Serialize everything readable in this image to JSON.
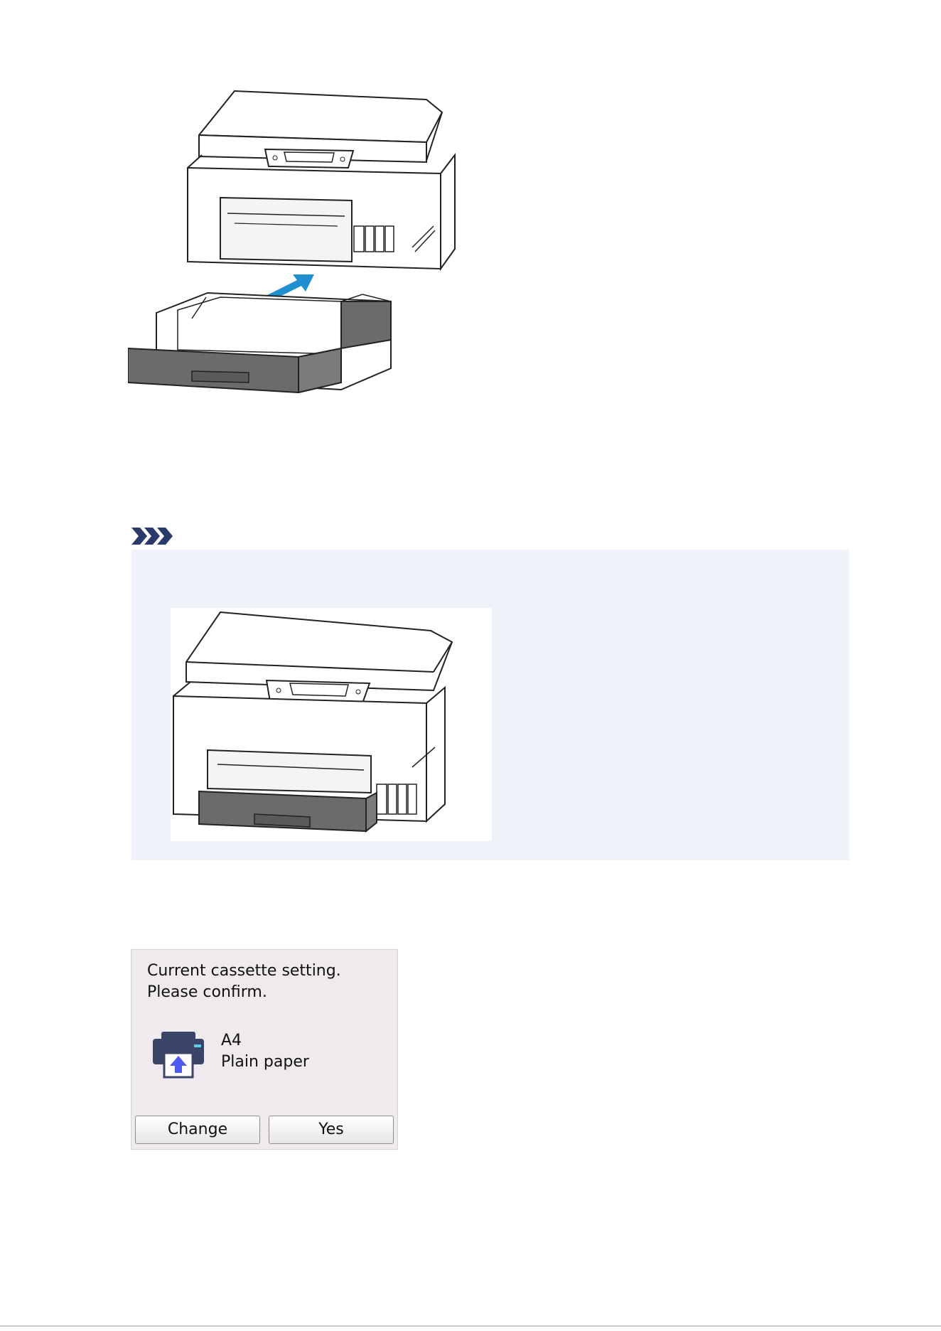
{
  "lcd": {
    "message_line1": "Current cassette setting.",
    "message_line2": "Please confirm.",
    "paper_size": "A4",
    "media_type": "Plain paper",
    "icon": "printer-cassette-icon",
    "buttons": {
      "change_label": "Change",
      "yes_label": "Yes"
    }
  },
  "note": {
    "icon": "note-chevrons-icon"
  },
  "colors": {
    "note_background": "#f0f2f9",
    "arrow_blue": "#1f8fd0",
    "cassette_gray": "#6b6b6b",
    "lcd_background": "#eeeaee",
    "icon_navy": "#3a4466",
    "icon_arrow": "#4f5bef"
  }
}
